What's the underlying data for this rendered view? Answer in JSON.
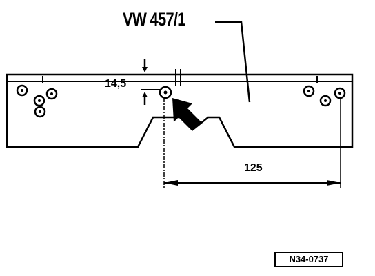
{
  "diagram": {
    "tool_label": "VW 457/1",
    "dimension_small": "14,5",
    "dimension_large": "125",
    "figure_reference": "N34-0737"
  }
}
